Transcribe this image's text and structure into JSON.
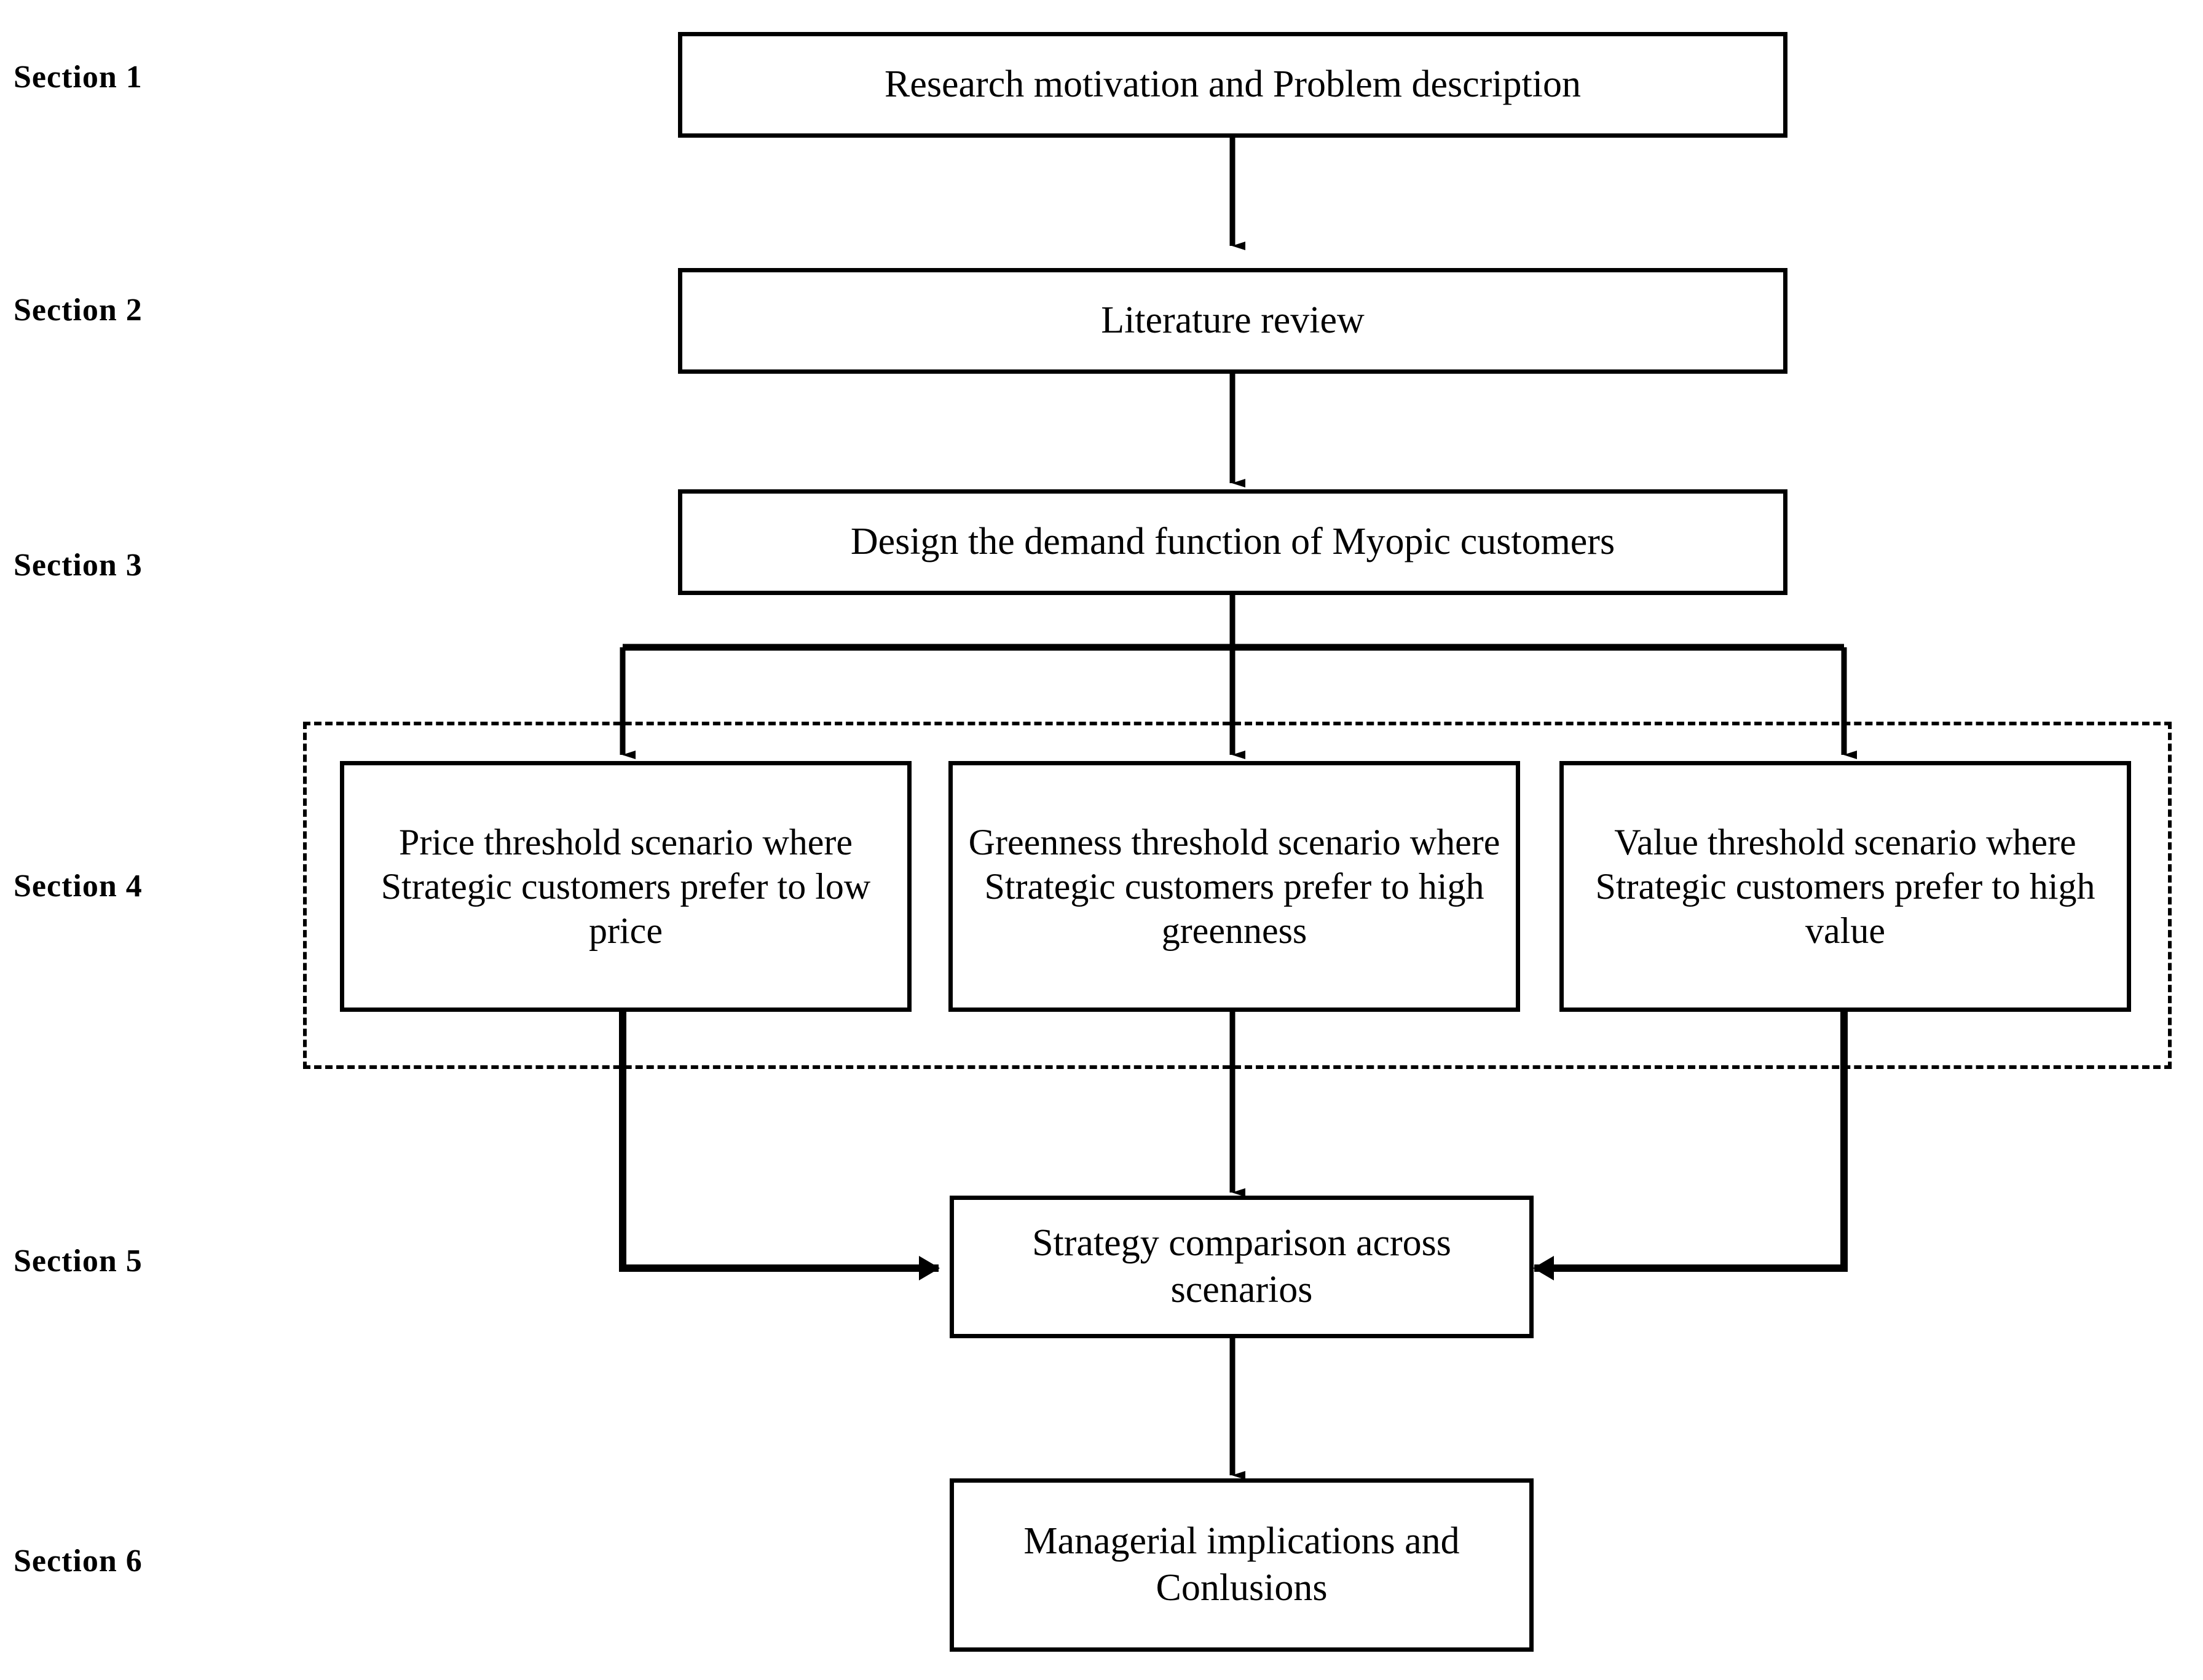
{
  "diagram": {
    "title": "Research framework flowchart",
    "background_color": "#ffffff",
    "line_color": "#000000"
  },
  "section_labels": [
    {
      "id": "section-1",
      "text": "Section 1"
    },
    {
      "id": "section-2",
      "text": "Section 2"
    },
    {
      "id": "section-3",
      "text": "Section 3"
    },
    {
      "id": "section-4",
      "text": "Section 4"
    },
    {
      "id": "section-5",
      "text": "Section 5"
    },
    {
      "id": "section-6",
      "text": "Section 6"
    }
  ],
  "nodes": {
    "research_motivation": "Research motivation and Problem description",
    "literature_review": "Literature review",
    "demand_function": "Design the demand function of Myopic customers",
    "price_threshold": "Price threshold scenario where Strategic customers prefer to low price",
    "greenness_threshold": "Greenness threshold scenario where Strategic customers prefer to high greenness",
    "value_threshold": "Value  threshold scenario where Strategic customers prefer to high value",
    "strategy_comparison": "Strategy comparison across scenarios",
    "managerial_implications": "Managerial implications and Conlusions"
  },
  "edges": [
    {
      "id": "edge-1",
      "from": "research_motivation",
      "to": "literature_review",
      "style": "solid-arrow"
    },
    {
      "id": "edge-2",
      "from": "literature_review",
      "to": "demand_function",
      "style": "solid-arrow"
    },
    {
      "id": "edge-3",
      "from": "demand_function",
      "to": "price_threshold",
      "style": "solid-arrow"
    },
    {
      "id": "edge-4",
      "from": "demand_function",
      "to": "greenness_threshold",
      "style": "solid-arrow"
    },
    {
      "id": "edge-5",
      "from": "demand_function",
      "to": "value_threshold",
      "style": "solid-arrow"
    },
    {
      "id": "edge-6",
      "from": "price_threshold",
      "to": "strategy_comparison",
      "style": "solid-arrow"
    },
    {
      "id": "edge-7",
      "from": "greenness_threshold",
      "to": "strategy_comparison",
      "style": "solid-arrow"
    },
    {
      "id": "edge-8",
      "from": "value_threshold",
      "to": "strategy_comparison",
      "style": "solid-arrow"
    },
    {
      "id": "edge-9",
      "from": "strategy_comparison",
      "to": "managerial_implications",
      "style": "solid-arrow"
    }
  ],
  "groups": [
    {
      "id": "section-4-group",
      "style": "dashed",
      "members": [
        "price_threshold",
        "greenness_threshold",
        "value_threshold"
      ]
    }
  ]
}
